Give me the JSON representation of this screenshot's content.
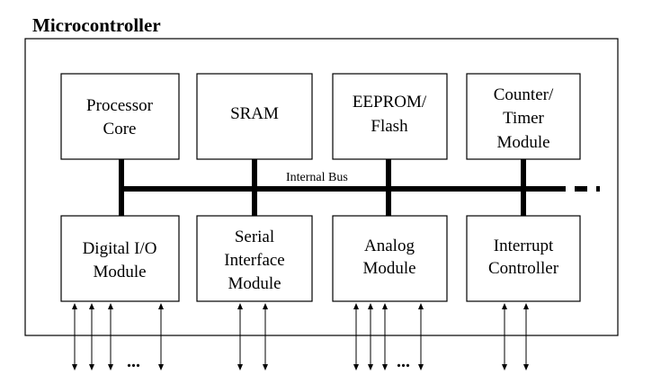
{
  "title": "Microcontroller",
  "bus_label": "Internal Bus",
  "top_blocks": [
    {
      "lines": [
        "Processor",
        "Core"
      ]
    },
    {
      "lines": [
        "SRAM"
      ]
    },
    {
      "lines": [
        "EEPROM/",
        "Flash"
      ]
    },
    {
      "lines": [
        "Counter/",
        "Timer",
        "Module"
      ]
    }
  ],
  "bottom_blocks": [
    {
      "lines": [
        "Digital I/O",
        "Module"
      ]
    },
    {
      "lines": [
        "Serial",
        "Interface",
        "Module"
      ]
    },
    {
      "lines": [
        "Analog",
        "Module"
      ]
    },
    {
      "lines": [
        "Interrupt",
        "Controller"
      ]
    }
  ],
  "io_ellipsis": [
    "...",
    "..."
  ]
}
